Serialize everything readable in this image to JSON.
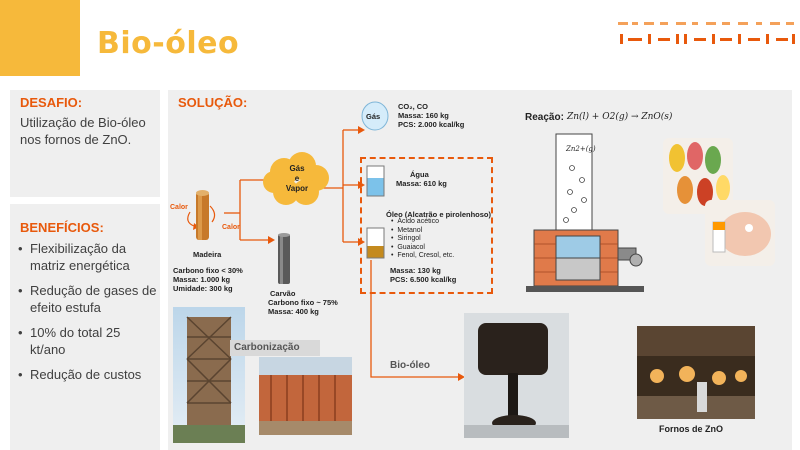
{
  "header": {
    "title": "Bio-óleo"
  },
  "desafio": {
    "heading": "DESAFIO:",
    "text": "Utilização de Bio-óleo nos fornos de ZnO."
  },
  "beneficios": {
    "heading": "BENEFÍCIOS:",
    "items": [
      "Flexibilização da matriz energética",
      "Redução de gases de efeito estufa",
      "10% do total 25 kt/ano",
      "Redução de custos"
    ]
  },
  "solucao": {
    "heading": "SOLUÇÃO:",
    "calor_1": "Calor",
    "calor_2": "Calor",
    "madeira": {
      "label": "Madeira",
      "line1": "Carbono fixo < 30%",
      "line2": "Massa: 1.000 kg",
      "line3": "Umidade: 300 kg"
    },
    "gas_vapor": {
      "line1": "Gás",
      "line2": "e",
      "line3": "Vapor"
    },
    "carvao": {
      "label": "Carvão",
      "line1": "Carbono fixo ~ 75%",
      "line2": "Massa: 400 kg"
    },
    "gas": {
      "bubble": "Gás",
      "title": "CO₂, CO",
      "line1": "Massa: 160 kg",
      "line2": "PCS: 2.000 kcal/kg"
    },
    "agua": {
      "title": "Água",
      "line1": "Massa: 610 kg"
    },
    "oleo": {
      "title": "Óleo (Alcatrão e pirolenhoso)",
      "items": [
        "Ácido acético",
        "Metanol",
        "Siringol",
        "Guaiacol",
        "Fenol, Cresol, etc."
      ],
      "line1": "Massa: 130 kg",
      "line2": "PCS: 6.500 kcal/kg"
    },
    "carbonizacao": "Carbonização",
    "bio_oleo": "Bio-óleo",
    "reacao_label": "Reação:",
    "reacao_eq": "Zn(l) + O2(g) → ZnO(s)",
    "zn_ion": "Zn2+(g)",
    "fornos": "Fornos de ZnO"
  },
  "colors": {
    "accent_orange": "#e8590c",
    "title_yellow": "#f6b93b",
    "panel_gray": "#efefef"
  }
}
